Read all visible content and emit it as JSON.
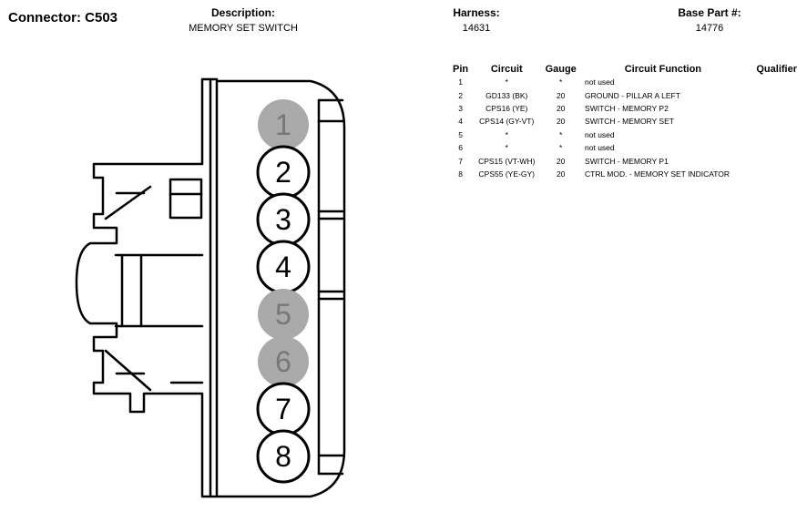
{
  "header": {
    "connector_title": "Connector: C503",
    "description_label": "Description:",
    "description_value": "MEMORY SET SWITCH",
    "harness_label": "Harness:",
    "harness_value": "14631",
    "base_part_label": "Base Part #:",
    "base_part_value": "14776"
  },
  "table": {
    "headers": {
      "pin": "Pin",
      "circuit": "Circuit",
      "gauge": "Gauge",
      "function": "Circuit Function",
      "qualifier": "Qualifier"
    },
    "rows": [
      {
        "pin": "1",
        "circuit": "*",
        "gauge": "*",
        "function": "not used",
        "qualifier": ""
      },
      {
        "pin": "2",
        "circuit": "GD133 (BK)",
        "gauge": "20",
        "function": "GROUND - PILLAR A LEFT",
        "qualifier": ""
      },
      {
        "pin": "3",
        "circuit": "CPS16 (YE)",
        "gauge": "20",
        "function": "SWITCH - MEMORY P2",
        "qualifier": ""
      },
      {
        "pin": "4",
        "circuit": "CPS14 (GY-VT)",
        "gauge": "20",
        "function": "SWITCH - MEMORY SET",
        "qualifier": ""
      },
      {
        "pin": "5",
        "circuit": "*",
        "gauge": "*",
        "function": "not used",
        "qualifier": ""
      },
      {
        "pin": "6",
        "circuit": "*",
        "gauge": "*",
        "function": "not used",
        "qualifier": ""
      },
      {
        "pin": "7",
        "circuit": "CPS15 (VT-WH)",
        "gauge": "20",
        "function": "SWITCH - MEMORY P1",
        "qualifier": ""
      },
      {
        "pin": "8",
        "circuit": "CPS55 (YE-GY)",
        "gauge": "20",
        "function": "CTRL MOD. - MEMORY SET INDICATOR",
        "qualifier": ""
      }
    ]
  },
  "diagram": {
    "pins": [
      {
        "label": "1",
        "used": false
      },
      {
        "label": "2",
        "used": true
      },
      {
        "label": "3",
        "used": true
      },
      {
        "label": "4",
        "used": true
      },
      {
        "label": "5",
        "used": false
      },
      {
        "label": "6",
        "used": false
      },
      {
        "label": "7",
        "used": true
      },
      {
        "label": "8",
        "used": true
      }
    ],
    "colors": {
      "unused_fill": "#aaaaaa",
      "unused_text": "#777777",
      "used_fill": "#ffffff",
      "used_text": "#000000",
      "stroke": "#000000"
    }
  }
}
